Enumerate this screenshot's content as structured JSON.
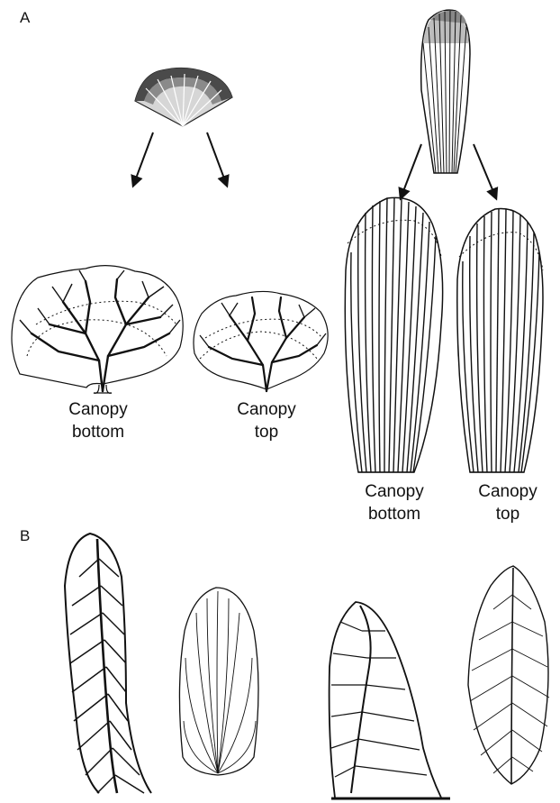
{
  "panels": {
    "a": {
      "label": "A"
    },
    "b": {
      "label": "B"
    }
  },
  "captions": {
    "fan_bottom": {
      "line1": "Canopy",
      "line2": "bottom"
    },
    "fan_top": {
      "line1": "Canopy",
      "line2": "top"
    },
    "blade_bottom": {
      "line1": "Canopy",
      "line2": "bottom"
    },
    "blade_top": {
      "line1": "Canopy",
      "line2": "top"
    }
  },
  "colors": {
    "ink": "#111111",
    "shade_dark": "#555555",
    "shade_mid": "#999999",
    "shade_light": "#d0d0d0"
  }
}
